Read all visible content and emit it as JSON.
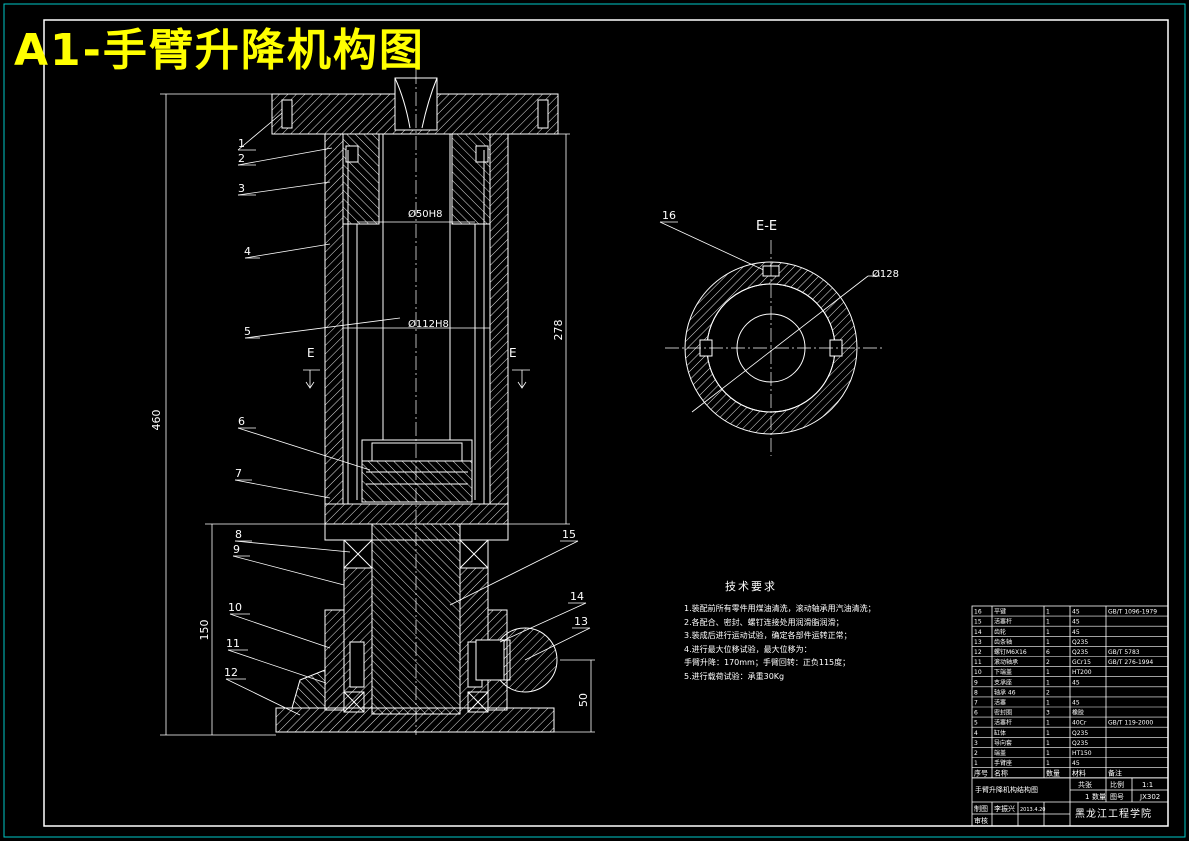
{
  "title": "A1-手臂升降机构图",
  "section_label": "E-E",
  "section_mark": "E",
  "dimensions": {
    "d50": "Ø50H8",
    "d112": "Ø112H8",
    "d128": "Ø128",
    "h460": "460",
    "h278": "278",
    "h150": "150",
    "h50": "50"
  },
  "part_callouts": [
    "1",
    "2",
    "3",
    "4",
    "5",
    "6",
    "7",
    "8",
    "9",
    "10",
    "11",
    "12",
    "13",
    "14",
    "15",
    "16"
  ],
  "tech_requirements": {
    "heading": "技术要求",
    "items": [
      "1.装配前所有零件用煤油清洗，滚动轴承用汽油清洗；",
      "2.各配合、密封、螺钉连接处用润滑脂润滑；",
      "3.装成后进行运动试验，确定各部件运转正常；",
      "4.进行最大位移试验，最大位移为：",
      "  手臂升降：170mm；手臂回转：正负115度；",
      "5.进行载荷试验：承重30Kg"
    ]
  },
  "title_block": {
    "header": [
      "序号",
      "名称",
      "数量",
      "材料",
      "备注"
    ],
    "rows": [
      [
        "16",
        "平键",
        "1",
        "45",
        "GB/T 1096-1979"
      ],
      [
        "15",
        "活塞杆",
        "1",
        "45",
        ""
      ],
      [
        "14",
        "齿轮",
        "1",
        "45",
        ""
      ],
      [
        "13",
        "齿条轴",
        "1",
        "Q235",
        ""
      ],
      [
        "12",
        "螺钉M6X16",
        "6",
        "Q235",
        "GB/T 5783"
      ],
      [
        "11",
        "滚动轴承",
        "2",
        "GCr15",
        "GB/T 276-1994"
      ],
      [
        "10",
        "下端盖",
        "1",
        "HT200",
        ""
      ],
      [
        "9",
        "支承座",
        "1",
        "45",
        ""
      ],
      [
        "8",
        "轴承 46",
        "2",
        "",
        ""
      ],
      [
        "7",
        "活塞",
        "1",
        "45",
        ""
      ],
      [
        "6",
        "密封圈",
        "3",
        "橡胶",
        ""
      ],
      [
        "5",
        "活塞杆",
        "1",
        "40Cr",
        "GB/T 119-2000"
      ],
      [
        "4",
        "缸体",
        "1",
        "Q235",
        ""
      ],
      [
        "3",
        "导向套",
        "1",
        "Q235",
        ""
      ],
      [
        "2",
        "端盖",
        "1",
        "HT150",
        ""
      ],
      [
        "1",
        "手臂座",
        "1",
        "45",
        ""
      ]
    ],
    "drawing_name": "手臂升降机构结构图",
    "scale_label": "比例",
    "scale_value": "1:1",
    "sheet_label": "共张",
    "sheet_count": "1",
    "qty_label": "数量",
    "number_label": "图号",
    "number_value": "JX302",
    "drawn_label": "制图",
    "checked_label": "审核",
    "drawer": "李振兴",
    "date": "2013.4.20",
    "school": "黑龙江工程学院"
  }
}
